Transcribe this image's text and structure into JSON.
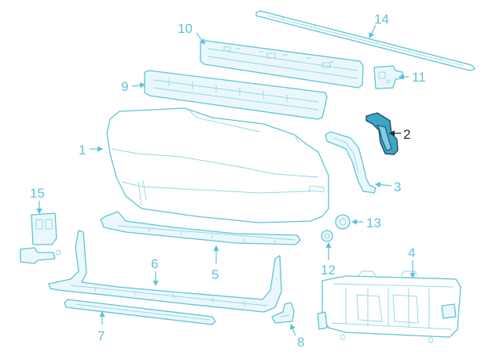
{
  "callouts": {
    "c1": "1",
    "c2": "2",
    "c3": "3",
    "c4": "4",
    "c5": "5",
    "c6": "6",
    "c7": "7",
    "c8": "8",
    "c9": "9",
    "c10": "10",
    "c11": "11",
    "c12": "12",
    "c13": "13",
    "c14": "14",
    "c15": "15"
  },
  "highlighted_part": "2",
  "colors": {
    "line_art": "#5ec3d6",
    "highlight_fill": "#3aa6c8",
    "highlight_outline": "#1f4f66",
    "active_label": "#1f2a33",
    "background": "#ffffff"
  }
}
